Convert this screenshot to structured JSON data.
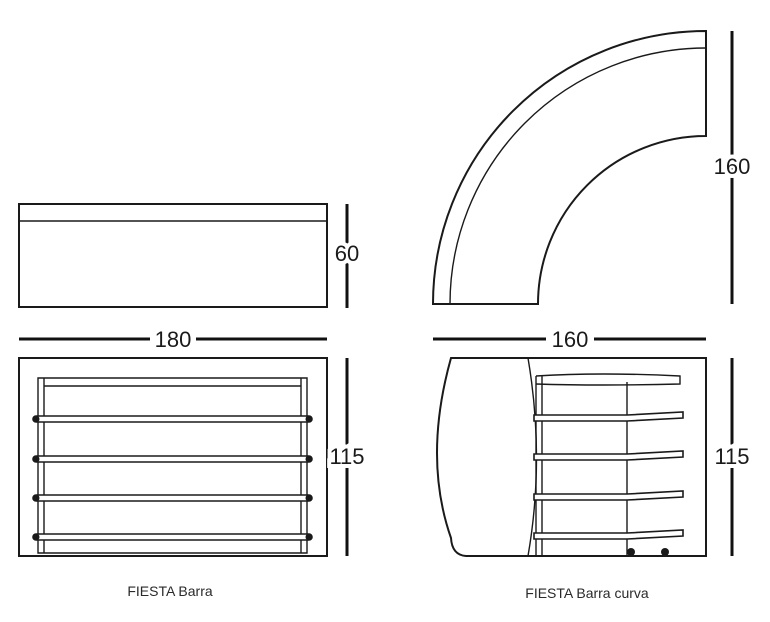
{
  "products": [
    {
      "caption": "FIESTA Barra",
      "dimensions": {
        "top_depth": "60",
        "width": "180",
        "height": "115"
      }
    },
    {
      "caption": "FIESTA Barra curva",
      "dimensions": {
        "top_size": "160",
        "width": "160",
        "height": "115"
      }
    }
  ]
}
